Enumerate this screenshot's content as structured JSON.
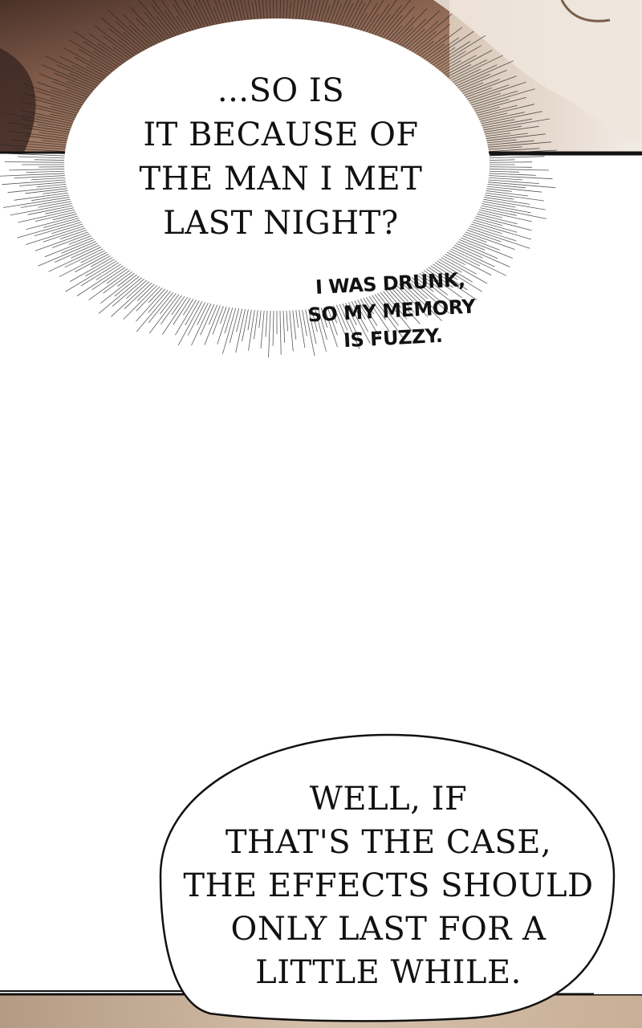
{
  "thought_bubble": {
    "text": "...SO IS\nIT BECAUSE OF\nTHE MAN I MET\nLAST NIGHT?"
  },
  "whisper": {
    "text": "I WAS DRUNK,\nSO MY MEMORY\nIS FUZZY."
  },
  "speech_bubble": {
    "text": "WELL, IF\nTHAT'S THE CASE,\nTHE EFFECTS SHOULD\nONLY LAST FOR A\nLITTLE WHILE."
  },
  "colors": {
    "panel_skin_dark": "#6b4a3a",
    "panel_skin_light": "#d9b8a0",
    "panel_bg_right": "#efe7df",
    "panel_bottom": "#c9b29a",
    "ink": "#111111",
    "paper": "#ffffff"
  }
}
